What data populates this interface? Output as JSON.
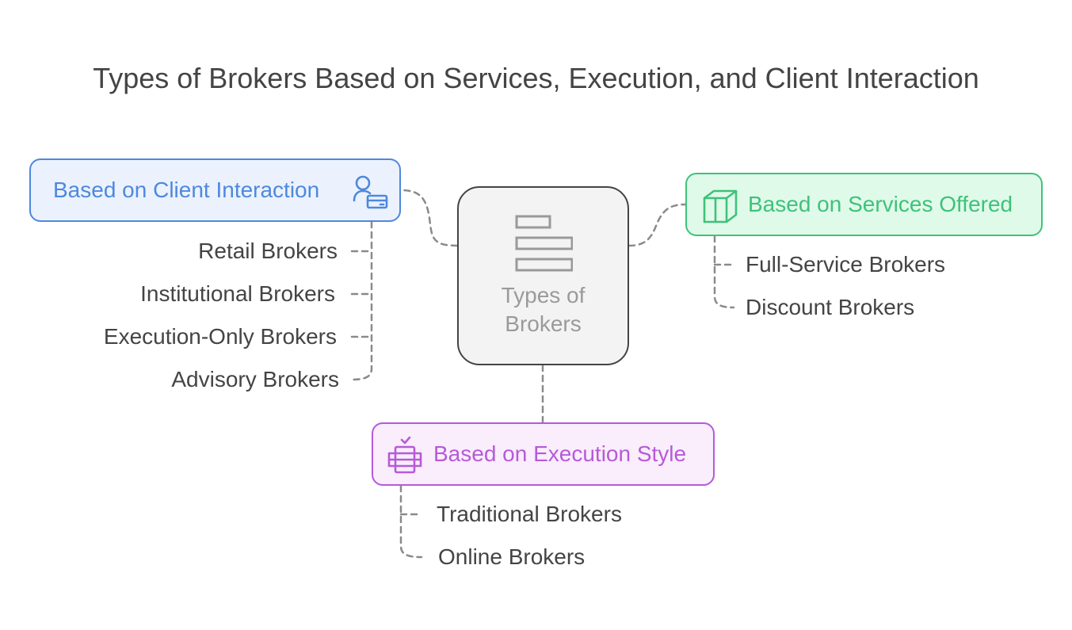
{
  "title": "Types of Brokers Based on Services, Execution, and Client Interaction",
  "center": {
    "line1": "Types of",
    "line2": "Brokers",
    "icon": "list-bars-icon"
  },
  "client": {
    "label": "Based on Client Interaction",
    "icon": "user-card-icon",
    "color": "#4f88dd",
    "items": [
      "Retail Brokers",
      "Institutional Brokers",
      "Execution-Only Brokers",
      "Advisory Brokers"
    ]
  },
  "services": {
    "label": "Based on Services Offered",
    "icon": "box-icon",
    "color": "#3ec27a",
    "items": [
      "Full-Service Brokers",
      "Discount Brokers"
    ]
  },
  "execution": {
    "label": "Based on Execution Style",
    "icon": "server-rack-icon",
    "color": "#b65ad9",
    "items": [
      "Traditional Brokers",
      "Online Brokers"
    ]
  }
}
